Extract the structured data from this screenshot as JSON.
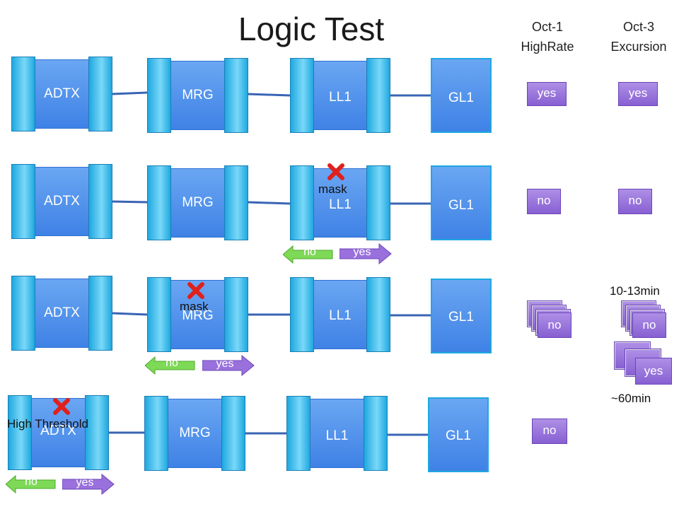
{
  "title": "Logic Test",
  "columns": {
    "oct1": "Oct-1\nHighRate",
    "oct3": "Oct-3\nExcursion"
  },
  "labels": {
    "adtx": "ADTX",
    "mrg": "MRG",
    "ll1": "LL1",
    "gl1": "GL1",
    "yes": "yes",
    "no": "no",
    "mask": "mask",
    "high_threshold": "High Threshold",
    "t10_13": "10-13min",
    "t60": "~60min"
  },
  "rows": [
    {
      "oct1": "yes",
      "oct3": "yes"
    },
    {
      "oct1": "no",
      "oct3": "no",
      "masked": "LL1"
    },
    {
      "oct1": "no",
      "oct3": "no",
      "masked": "MRG",
      "oct3_extra": "yes"
    },
    {
      "oct1": "no",
      "masked": "ADTX"
    }
  ],
  "colors": {
    "box_blue": "#3f82e6",
    "side_cyan": "#1fa8e0",
    "pill_purple": "#8760d2",
    "arrow_green": "#7ed957",
    "cross_red": "#e0201b"
  }
}
